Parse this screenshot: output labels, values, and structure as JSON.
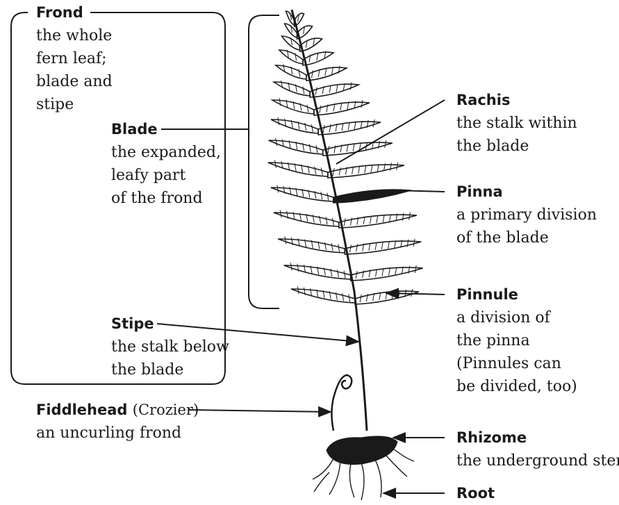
{
  "labels": {
    "frond": {
      "term": "Frond",
      "lines": [
        "the whole",
        "fern leaf;",
        "blade and",
        "stipe"
      ]
    },
    "blade": {
      "term": "Blade",
      "lines": [
        "the expanded,",
        "leafy part",
        "of the frond"
      ]
    },
    "stipe": {
      "term": "Stipe",
      "lines": [
        "the stalk below",
        "the blade"
      ]
    },
    "fiddlehead": {
      "term": "Fiddlehead",
      "paren": "(Crozier)",
      "lines": [
        "an uncurling frond"
      ]
    },
    "rachis": {
      "term": "Rachis",
      "lines": [
        "the stalk within",
        "the blade"
      ]
    },
    "pinna": {
      "term": "Pinna",
      "lines": [
        "a primary division",
        "of the blade"
      ]
    },
    "pinnule": {
      "term": "Pinnule",
      "lines": [
        "a division of",
        "the pinna",
        "(Pinnules can",
        "be divided, too)"
      ]
    },
    "rhizome": {
      "term": "Rhizome",
      "lines": [
        "the underground stem"
      ]
    },
    "root": {
      "term": "Root",
      "lines": []
    }
  },
  "colors": {
    "ink": "#1a1a1a",
    "background": "#ffffff"
  }
}
